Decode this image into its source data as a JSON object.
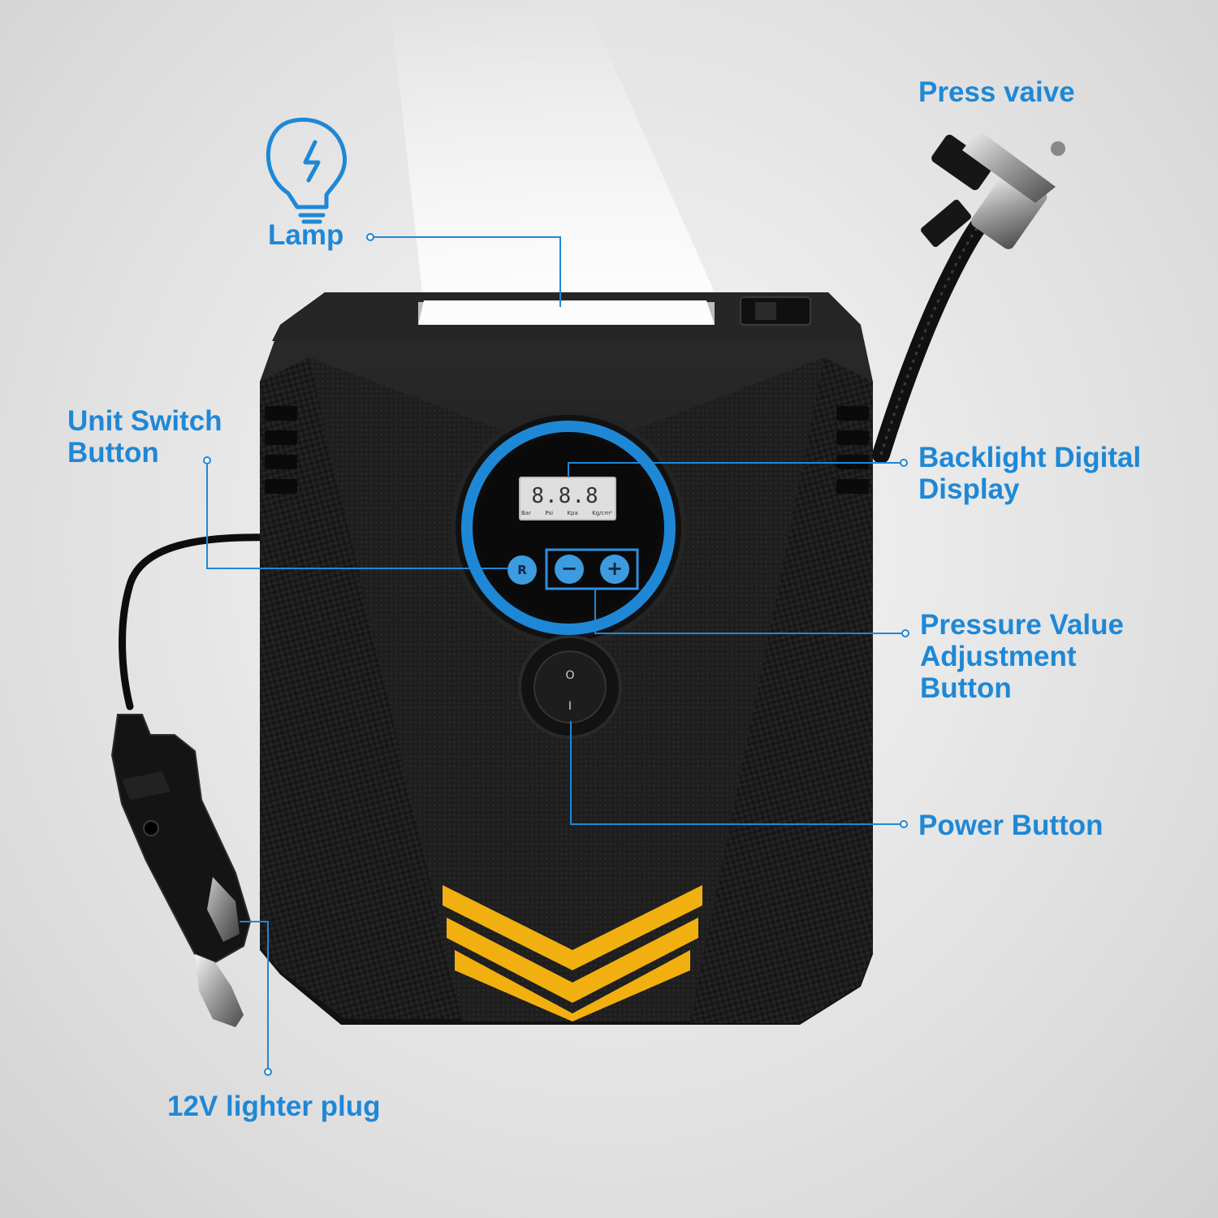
{
  "accent": "#1e88d6",
  "body_color": "#1c1c1c",
  "arrow_color": "#f2b010",
  "lamp_icon": "lightbulb-lightning-icon",
  "callouts": {
    "lamp": [
      "Lamp"
    ],
    "press_valve": [
      "Press vaive"
    ],
    "unit_switch": [
      "Unit Switch",
      "Button"
    ],
    "backlight_display": [
      "Backlight Digital",
      "Display"
    ],
    "pressure_adjust": [
      "Pressure Value",
      "Adjustment",
      "Button"
    ],
    "power_button": [
      "Power Button"
    ],
    "lighter_plug": [
      "12V lighter plug"
    ]
  },
  "display": {
    "reading": "8.8.8",
    "units": [
      "Bar",
      "Psi",
      "Kpa",
      "Kg/cm²"
    ]
  },
  "keys": {
    "reset": "R",
    "minus": "−",
    "plus": "+"
  },
  "switch": {
    "off": "O",
    "on": "I"
  }
}
